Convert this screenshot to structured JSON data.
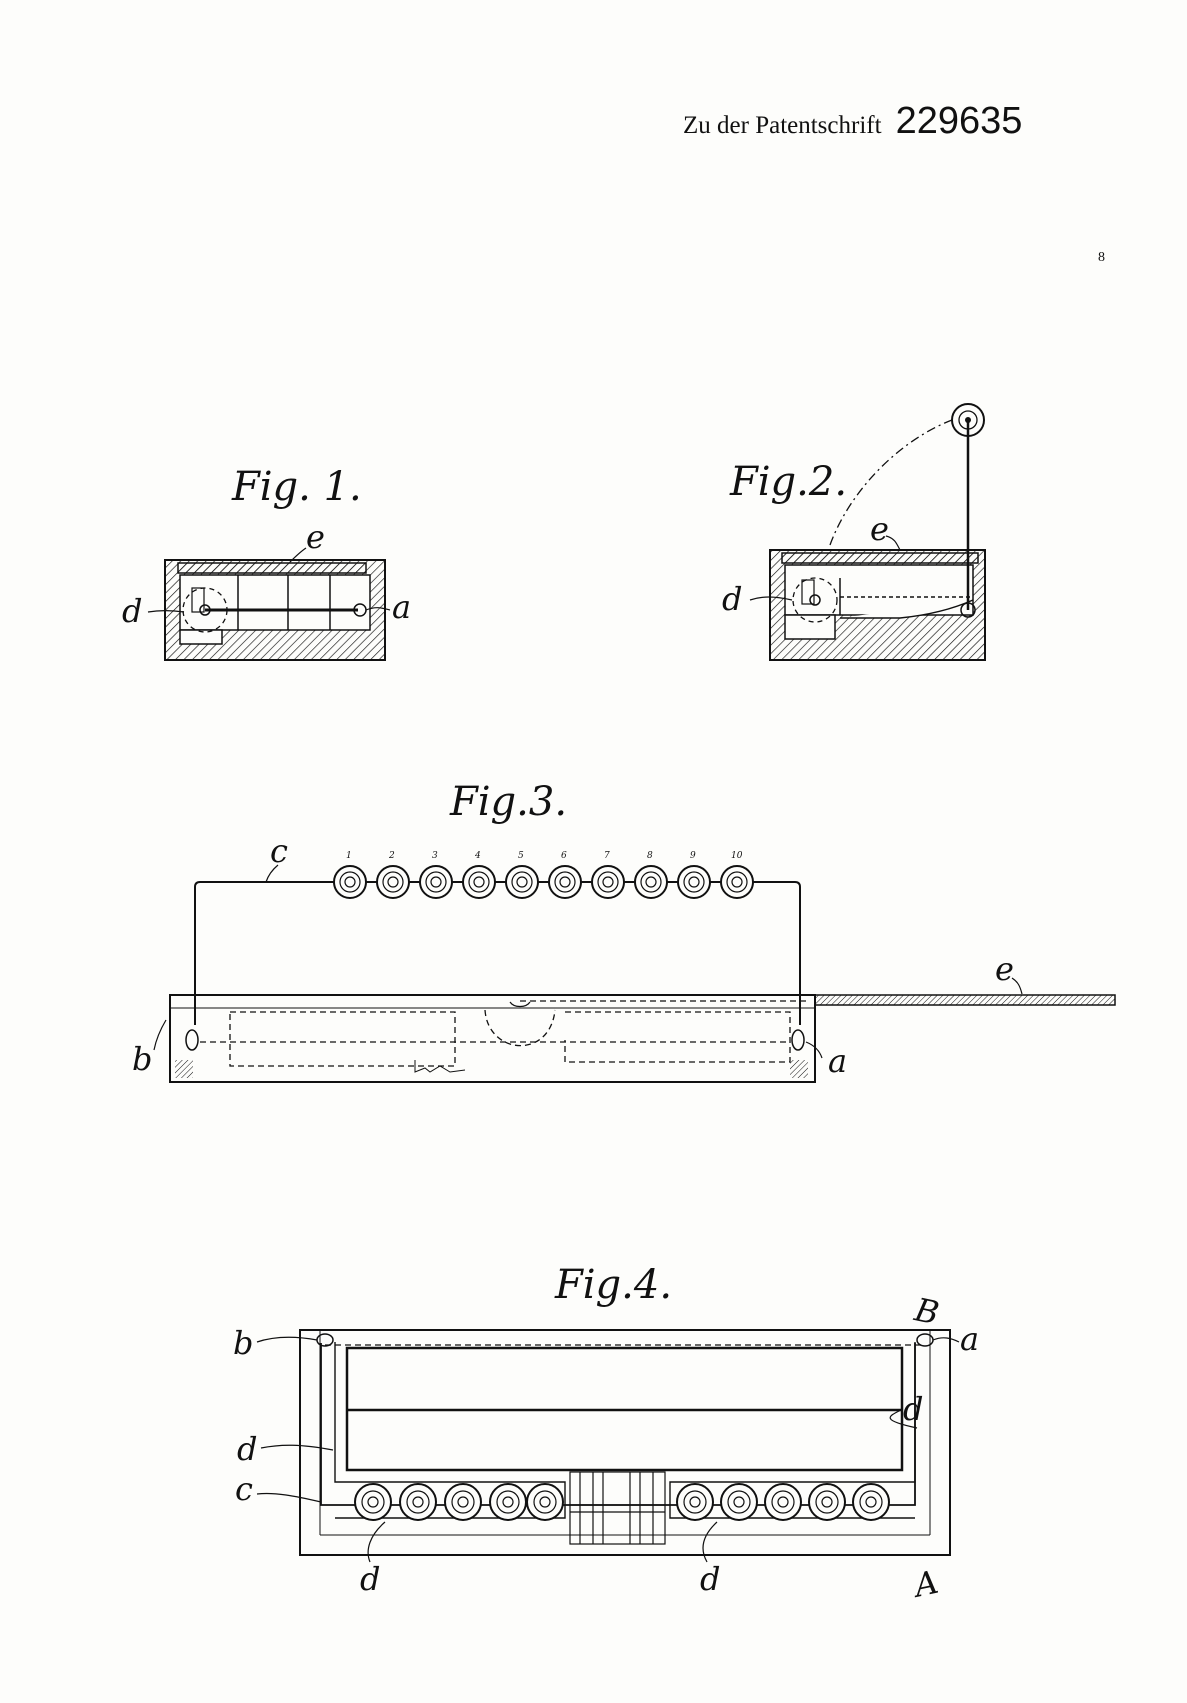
{
  "header": {
    "caption": "Zu der Patentschrift",
    "number": "229635"
  },
  "stray_mark": "8",
  "figures": {
    "fig1": {
      "title": "Fig. 1.",
      "labels": {
        "e": "e",
        "d": "d",
        "a": "a"
      }
    },
    "fig2": {
      "title": "Fig.2.",
      "labels": {
        "e": "e",
        "d": "d"
      }
    },
    "fig3": {
      "title": "Fig.3.",
      "labels": {
        "c": "c",
        "e": "e",
        "b": "b",
        "a": "a"
      },
      "bulb_numbers": [
        "1",
        "2",
        "3",
        "4",
        "5",
        "6",
        "7",
        "8",
        "9",
        "10"
      ]
    },
    "fig4": {
      "title": "Fig.4.",
      "labels": {
        "b": "b",
        "a": "a",
        "B": "B",
        "A": "A",
        "d_left": "d",
        "d_right": "d",
        "c": "c",
        "d_bottom_left": "d",
        "d_bottom_right": "d"
      }
    }
  },
  "colors": {
    "ink": "#111111",
    "paper": "#fdfdfb"
  }
}
